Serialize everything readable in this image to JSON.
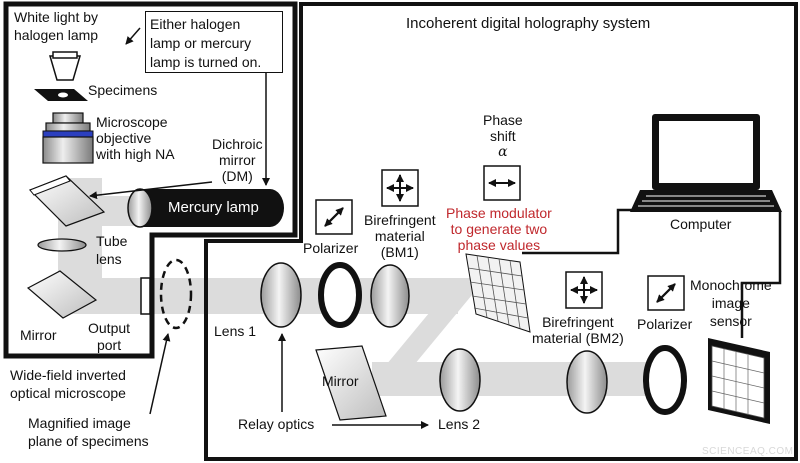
{
  "system_title": "Incoherent digital holography system",
  "microscope": {
    "light_label": [
      "White light by",
      "halogen lamp"
    ],
    "note": [
      "Either halogen",
      "lamp or mercury",
      "lamp is turned on."
    ],
    "specimens": "Specimens",
    "objective": [
      "Microscope",
      "objective",
      "with high NA"
    ],
    "dichroic": [
      "Dichroic",
      "mirror",
      "(DM)"
    ],
    "mercury_lamp": "Mercury lamp",
    "tube_lens": [
      "Tube",
      "lens"
    ],
    "mirror": "Mirror",
    "output_port": [
      "Output",
      "port"
    ],
    "caption": [
      "Wide-field inverted",
      "optical microscope"
    ]
  },
  "labels": {
    "magnified": [
      "Magnified image",
      "plane of specimens"
    ],
    "polarizer_1": "Polarizer",
    "bm1": [
      "Birefringent",
      "material",
      "(BM1)"
    ],
    "phase_shift": [
      "Phase",
      "shift",
      "α"
    ],
    "phase_modulator": [
      "Phase modulator",
      "to generate two",
      "phase values"
    ],
    "computer": "Computer",
    "monochrome_sensor": [
      "Monochrome",
      "image",
      "sensor"
    ],
    "bm2": [
      "Birefringent",
      "material (BM2)"
    ],
    "polarizer_2": "Polarizer",
    "lens1": "Lens 1",
    "lens2": "Lens 2",
    "mirror2": "Mirror",
    "relay_optics": "Relay optics"
  },
  "watermark": "SCIENCEAQ.COM",
  "colors": {
    "accent_red": "#c0282d",
    "beam": "#d9d9d9",
    "objective_band": "#2b3fbf",
    "line": "#111111"
  }
}
